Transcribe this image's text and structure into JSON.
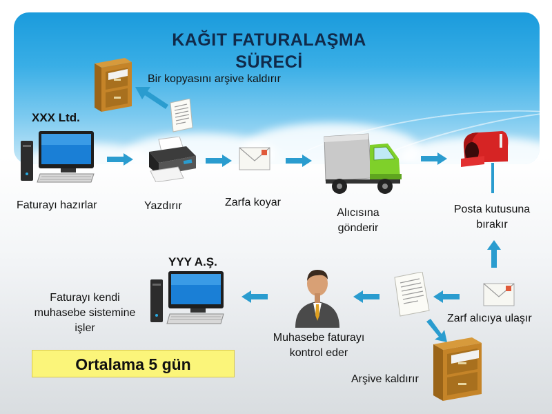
{
  "title_line1": "KAĞIT FATURALAŞMA",
  "title_line2": "SÜRECİ",
  "sender_company": "XXX Ltd.",
  "receiver_company": "YYY A.Ş.",
  "steps": {
    "archive_copy": "Bir kopyasını arşive kaldırır",
    "prepare": "Faturayı hazırlar",
    "print": "Yazdırır",
    "envelope": "Zarfa koyar",
    "send_line1": "Alıcısına",
    "send_line2": "gönderir",
    "mailbox_line1": "Posta kutusuna",
    "mailbox_line2": "bırakır",
    "arrive": "Zarf alıcıya ulaşır",
    "archive_store": "Arşive kaldırır",
    "accounting_line1": "Muhasebe faturayı",
    "accounting_line2": "kontrol eder",
    "process_line1": "Faturayı kendi",
    "process_line2": "muhasebe sistemine",
    "process_line3": "işler"
  },
  "average": "Ortalama 5 gün",
  "colors": {
    "arrow": "#2a9ccf",
    "banner": "#1a9bdc",
    "highlight": "#fbf57a"
  }
}
